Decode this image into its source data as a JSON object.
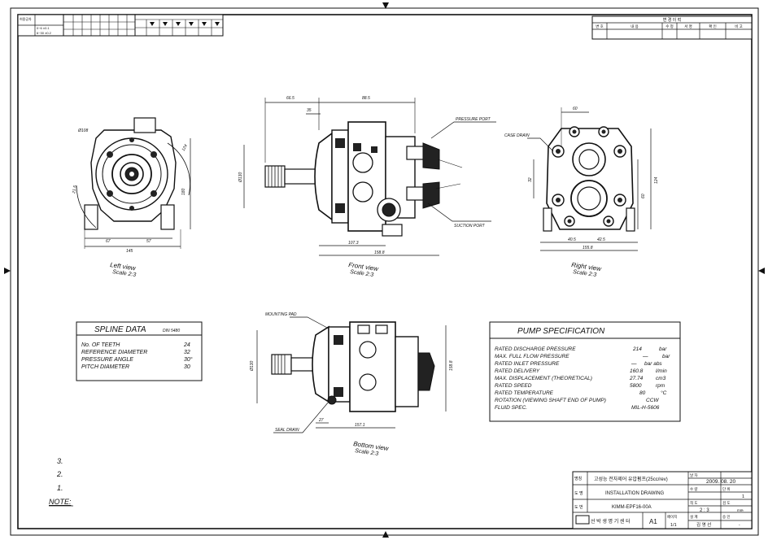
{
  "title_block": {
    "section_label": "명칭",
    "title_text": "고성능 전자제어 유압펌프(25cc/rev)",
    "date_label": "날 자",
    "date_value": "2009. 08. 20",
    "sheet_label": "도 명",
    "drawing_name": "INSTALLATION DRAWING",
    "qty_label": "수 량",
    "qty_value": "1",
    "doc_label": "도 번",
    "doc_number": "KIMM-EPF16-00A",
    "scale_label": "척 도",
    "scale_value": "2 : 3",
    "unit_label": "단 위",
    "unit_value": "mm",
    "company": "선 박 생 명 기 센 터",
    "size_value": "A1",
    "page_label": "페이지",
    "page_value": "1/1",
    "design_label": "설 계",
    "designer": "김 영 선",
    "approve_label": "승 인",
    "approve_value": "-",
    "check_label": "검 도",
    "check_value": "-"
  },
  "revision_block": {
    "header": "변 경 이 력",
    "cols": [
      "변 호",
      "내 용",
      "수 정",
      "서 명",
      "확 인",
      "비 고"
    ]
  },
  "views": {
    "left": {
      "name": "Left view",
      "scale": "Scale 2:3",
      "dims": [
        "Ø108",
        "67",
        "57",
        "145",
        "180",
        "124",
        "21.5"
      ]
    },
    "front": {
      "name": "Front view",
      "scale": "Scale 2:3",
      "dims": [
        "66.5",
        "88.5",
        "35",
        "Ø130",
        "107.3",
        "158.8"
      ],
      "pressure_port": "PRESSURE PORT",
      "suction_port": "SUCTION PORT"
    },
    "right": {
      "name": "Right view",
      "scale": "Scale 2:3",
      "dims": [
        "60",
        "32",
        "40.5",
        "42.5",
        "155.8",
        "124",
        "60"
      ],
      "case_drain": "CASE DRAIN"
    },
    "bottom": {
      "name": "Bottom view",
      "scale": "Scale 2:3",
      "dims": [
        "Ø130",
        "27",
        "157.1",
        "158.8"
      ],
      "mounting_pad": "MOUNTING PAD",
      "seal_drain": "SEAL DRAIN"
    }
  },
  "spline_data": {
    "title": "SPLINE DATA",
    "standard": "DIN 5480",
    "rows": [
      {
        "label": "No. OF TEETH",
        "value": "24"
      },
      {
        "label": "REFERENCE DIAMETER",
        "value": "32"
      },
      {
        "label": "PRESSURE ANGLE",
        "value": "30°"
      },
      {
        "label": "PITCH DIAMETER",
        "value": "30"
      }
    ]
  },
  "pump_spec": {
    "title": "PUMP SPECIFICATION",
    "rows": [
      {
        "label": "RATED DISCHARGE PRESSURE",
        "value": "214",
        "unit": "bar"
      },
      {
        "label": "MAX. FULL FLOW PRESSURE",
        "value": "—",
        "unit": "bar"
      },
      {
        "label": "RATED INLET PRESSURE",
        "value": "—",
        "unit": "bar abs"
      },
      {
        "label": "RATED DELIVERY",
        "value": "160.8",
        "unit": "l/min"
      },
      {
        "label": "MAX. DISPLACEMENT (THEORETICAL)",
        "value": "27.74",
        "unit": "cm3"
      },
      {
        "label": "RATED SPEED",
        "value": "5800",
        "unit": "rpm"
      },
      {
        "label": "RATED TEMPERATURE",
        "value": "80",
        "unit": "°C"
      },
      {
        "label": "ROTATION (VIEWING SHAFT END OF PUMP)",
        "value": "CCW",
        "unit": ""
      },
      {
        "label": "FLUID SPEC.",
        "value": "MIL-H-5606",
        "unit": ""
      }
    ]
  },
  "notes": {
    "items": [
      "3.",
      "2.",
      "1."
    ],
    "heading": "NOTE:"
  },
  "general_tolerance": {
    "label": "허용공차",
    "rows": [
      "0~6 ±0.1",
      "6~30 ±0.2"
    ]
  }
}
